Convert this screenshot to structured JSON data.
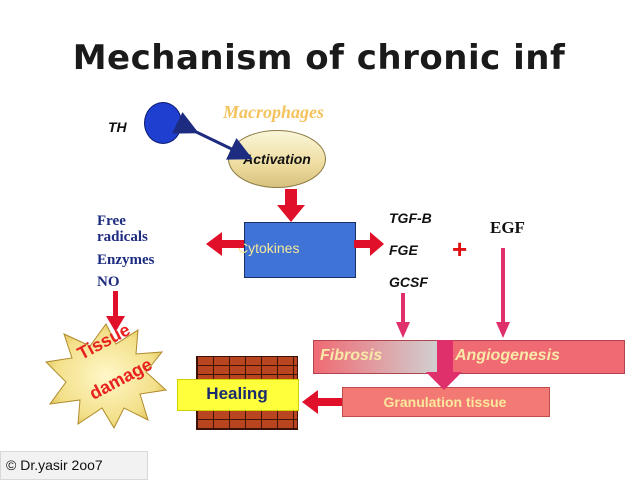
{
  "title": "Mechanism of chronic inf",
  "nodes": {
    "th": "TH",
    "macrophages": "Macrophages",
    "activation": "Activation",
    "cytokines": "Cytokines",
    "free": "Free",
    "radicals": "radicals",
    "enzymes": "Enzymes",
    "no": "NO",
    "tgfb": "TGF-B",
    "fge": "FGE",
    "gcsf": "GCSF",
    "plus": "+",
    "egf": "EGF",
    "fibrosis": "Fibrosis",
    "angiogenesis": "Angiogenesis",
    "granulation": "Granulation tissue",
    "healing": "Healing",
    "tissue": "Tissue",
    "damage": "damage"
  },
  "footer": {
    "copyright": "© Dr.yasir 2oo7"
  },
  "colors": {
    "arrow_red": "#e0102a",
    "arrow_magenta": "#e0306c",
    "arrow_blue": "#1d2c80",
    "badge_red": "#e82020"
  }
}
